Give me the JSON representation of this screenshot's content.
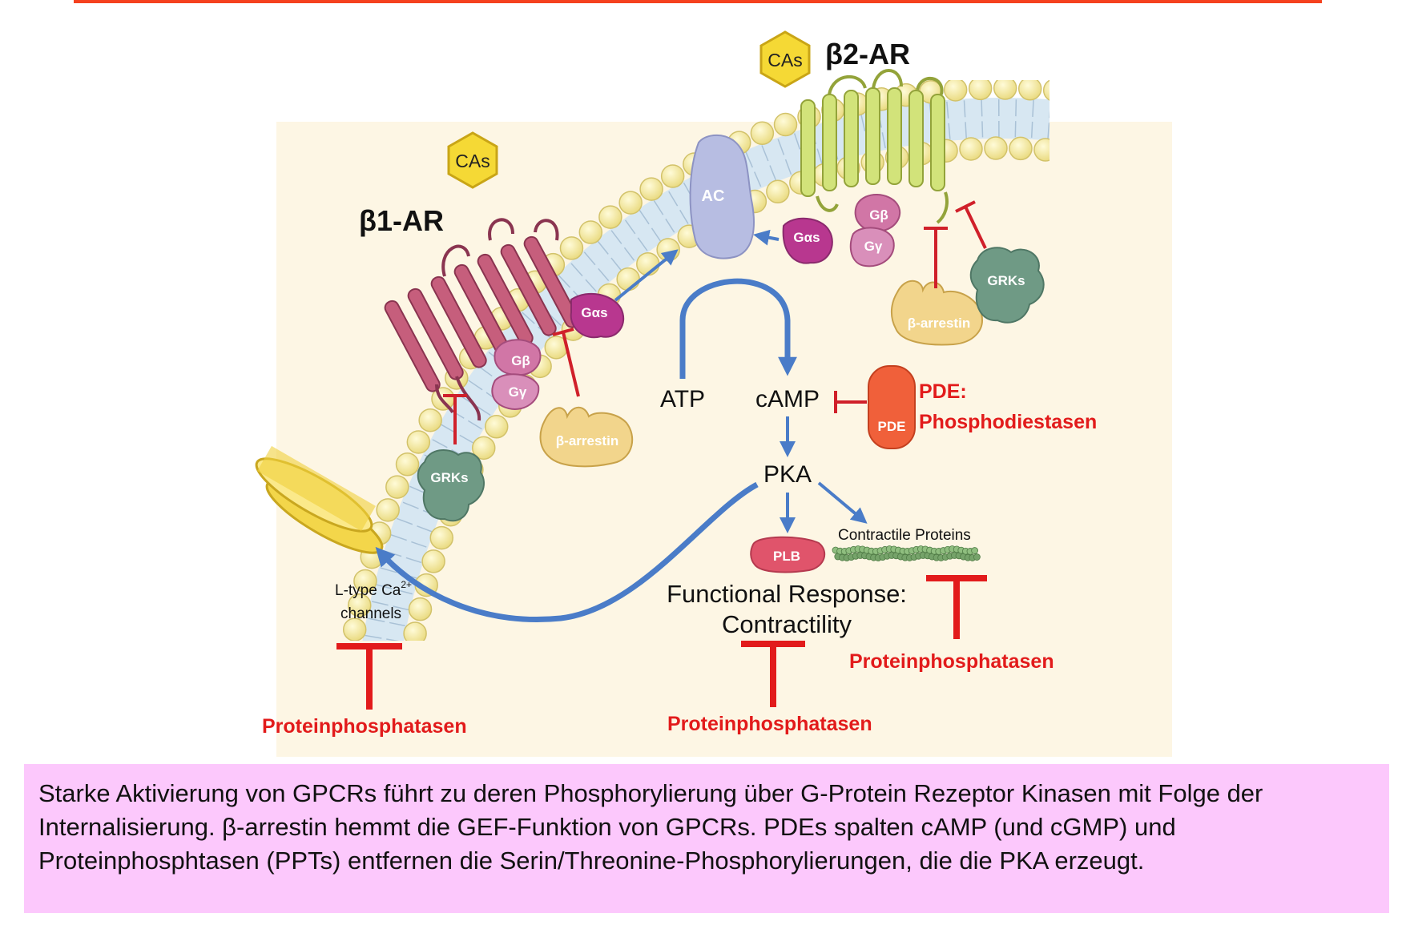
{
  "colors": {
    "top_rule": "#f5411e",
    "panel": "#fdf6e4",
    "membrane_bead": "#f6eca0",
    "membrane_mid": "#d7e7f2",
    "receptor": "#c65e7c",
    "receptor_b2": "#d2e37a",
    "arrow_blue": "#4a7cc8",
    "inhibit_red": "#e21b1b",
    "caption_bg": "#fcc8fc"
  },
  "labels": {
    "cas_1": "CAs",
    "cas_2": "CAs",
    "b1ar": "β1-AR",
    "b2ar": "β2-AR",
    "ac": "AC",
    "gas_1": "Gαs",
    "gas_2": "Gαs",
    "gb_1": "Gβ",
    "gy_1": "Gγ",
    "gb_2": "Gβ",
    "gy_2": "Gγ",
    "barr_1": "β-arrestin",
    "barr_2": "β-arrestin",
    "grks_1": "GRKs",
    "grks_2": "GRKs",
    "atp": "ATP",
    "camp": "cAMP",
    "pde": "PDE",
    "pde_title": "PDE:",
    "pde_desc": "Phosphodiestasen",
    "pka": "PKA",
    "plb": "PLB",
    "contractile": "Contractile Proteins",
    "ltype_prefix": "L-type Ca",
    "ltype_sup": "2+",
    "ltype_suffix": "channels",
    "functional_1": "Functional Response:",
    "functional_2": "Contractility",
    "pp_1": "Proteinphosphatasen",
    "pp_2": "Proteinphosphatasen",
    "pp_3": "Proteinphosphatasen"
  },
  "caption": "Starke Aktivierung von GPCRs führt zu deren Phosphorylierung über G-Protein Rezeptor Kinasen mit Folge der Internalisierung. β-arrestin hemmt die GEF-Funktion von GPCRs. PDEs spalten cAMP (und cGMP) und Proteinphosphtasen (PPTs) entfernen die Serin/Threonine-Phosphorylierungen, die die PKA erzeugt."
}
